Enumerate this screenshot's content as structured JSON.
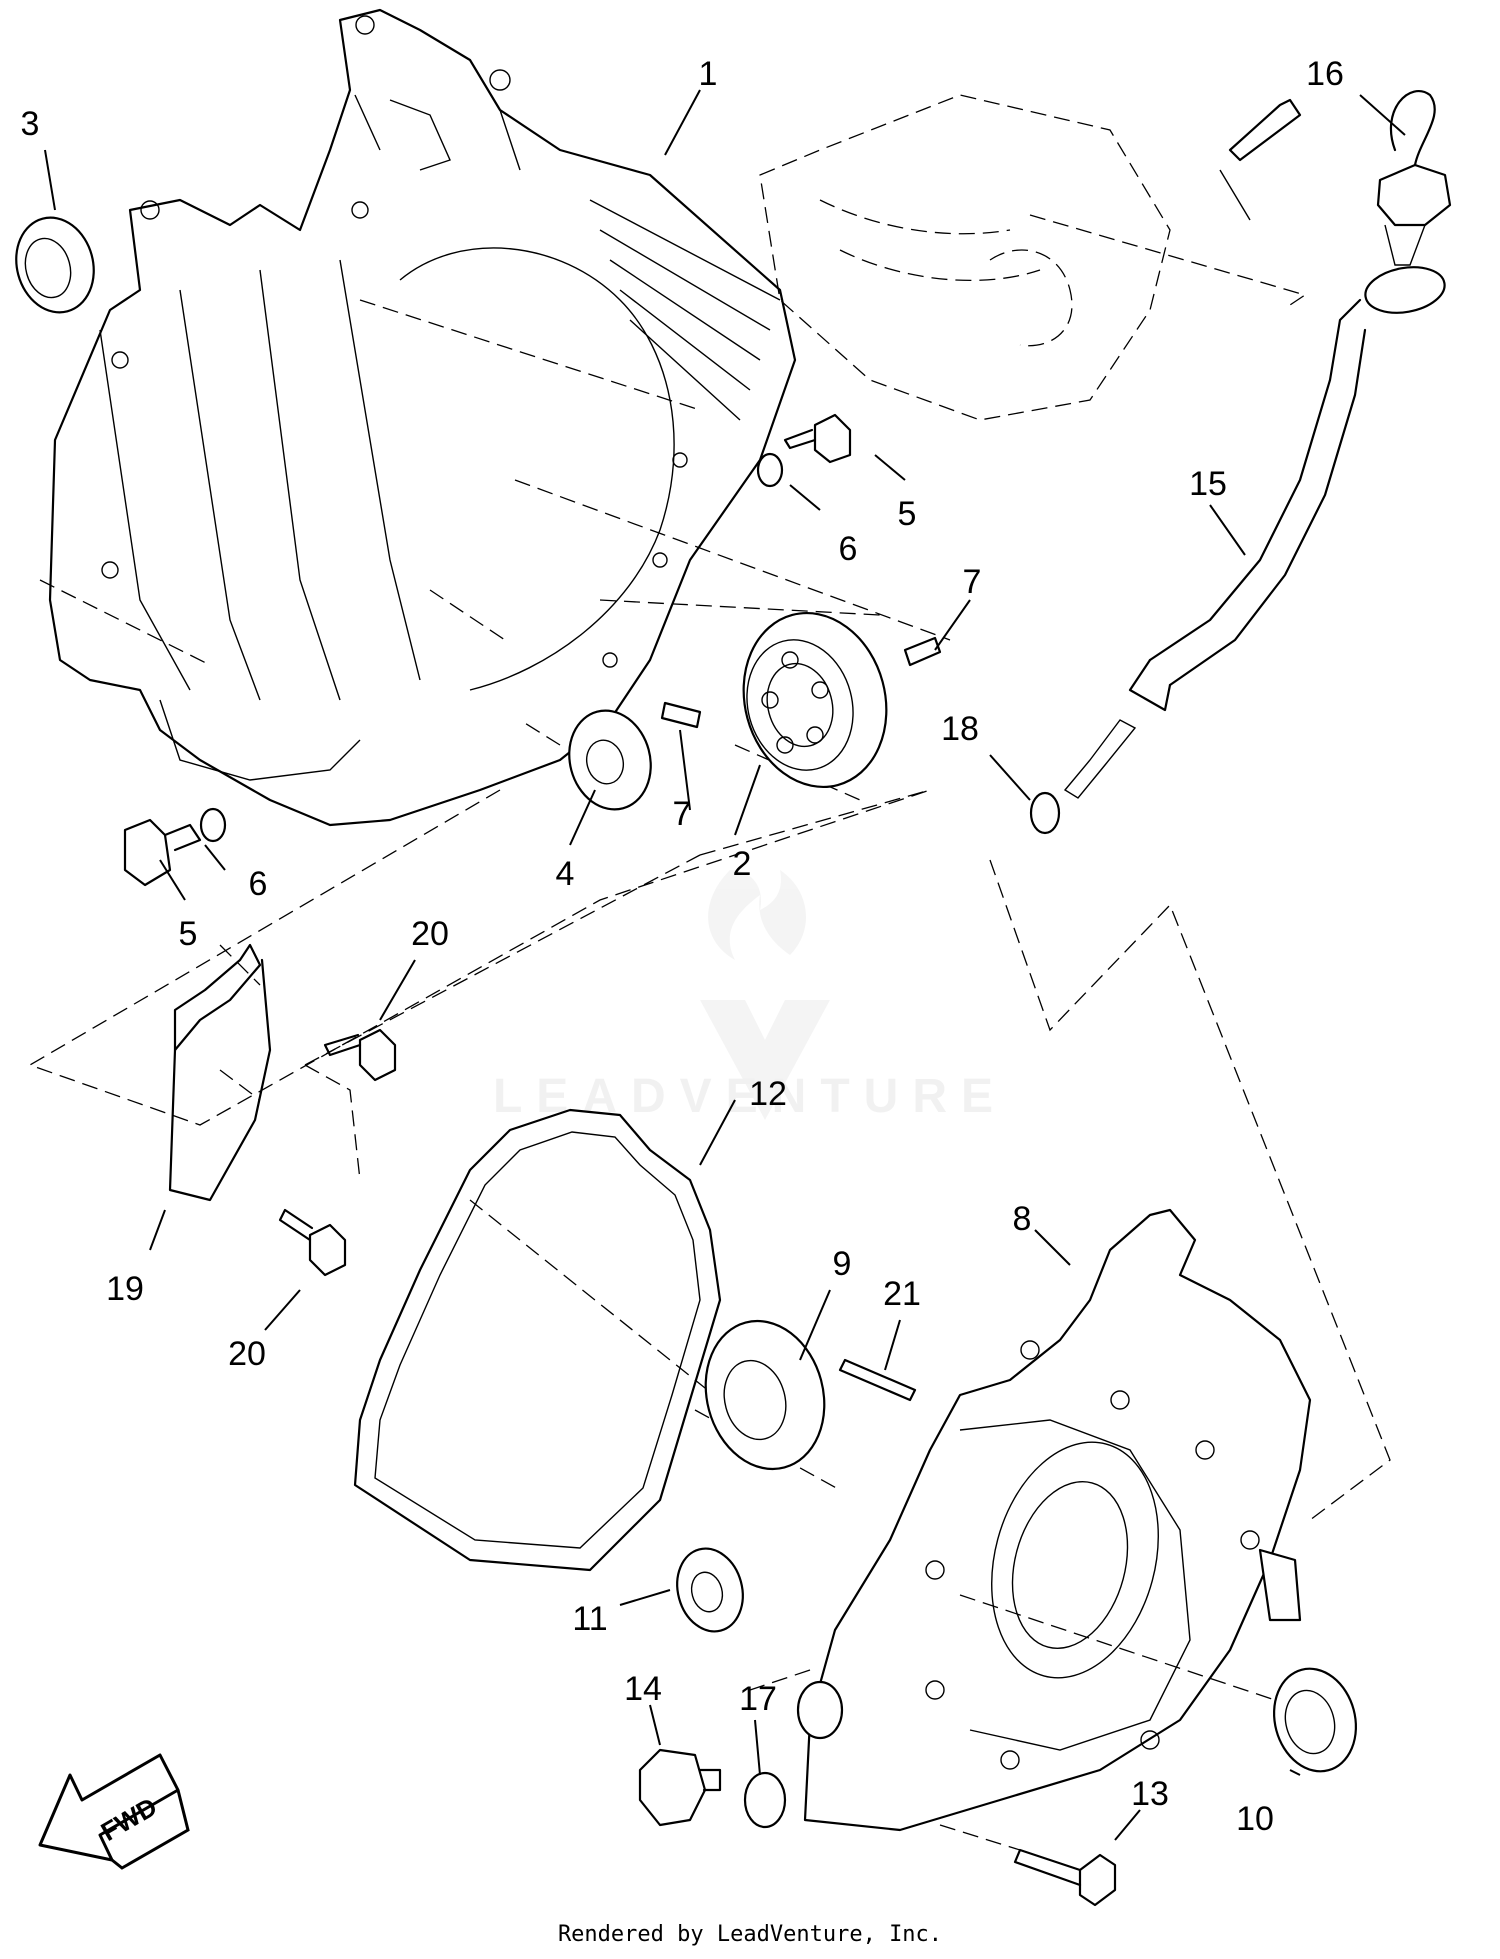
{
  "diagram": {
    "callouts": [
      {
        "number": "1"
      },
      {
        "number": "2"
      },
      {
        "number": "3"
      },
      {
        "number": "4"
      },
      {
        "number": "5"
      },
      {
        "number": "5"
      },
      {
        "number": "6"
      },
      {
        "number": "6"
      },
      {
        "number": "7"
      },
      {
        "number": "7"
      },
      {
        "number": "8"
      },
      {
        "number": "9"
      },
      {
        "number": "10"
      },
      {
        "number": "11"
      },
      {
        "number": "12"
      },
      {
        "number": "13"
      },
      {
        "number": "14"
      },
      {
        "number": "15"
      },
      {
        "number": "16"
      },
      {
        "number": "17"
      },
      {
        "number": "18"
      },
      {
        "number": "19"
      },
      {
        "number": "20"
      },
      {
        "number": "20"
      },
      {
        "number": "21"
      }
    ],
    "direction_label": "FWD",
    "watermark": "LEADVENTURE",
    "footer": "Rendered by LeadVenture, Inc."
  }
}
